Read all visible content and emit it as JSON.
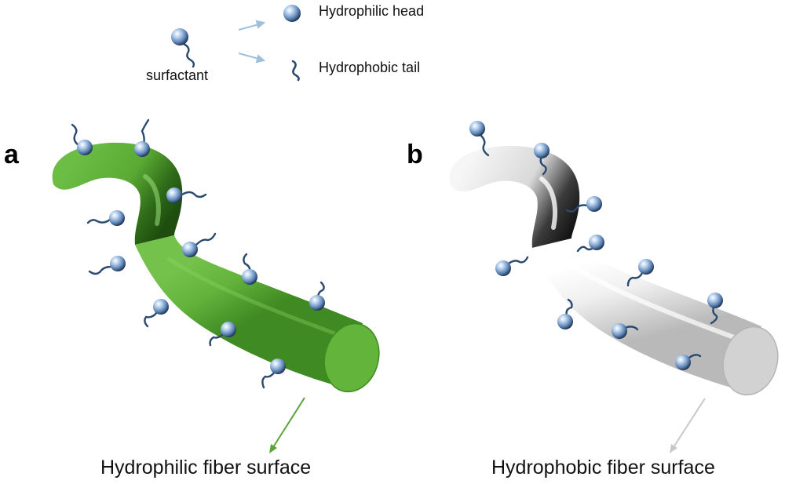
{
  "legend": {
    "surfactant_label": "surfactant",
    "head_label": "Hydrophilic head",
    "tail_label": "Hydrophobic tail"
  },
  "panels": [
    {
      "letter": "a",
      "caption": "Hydrophilic fiber surface",
      "fiber_color": "#5cab38",
      "arrow_color": "#5aa43a"
    },
    {
      "letter": "b",
      "caption": "Hydrophobic fiber surface",
      "fiber_color": "#dcdcdc",
      "arrow_color": "#c8c8c8"
    }
  ],
  "colors": {
    "head": "#7fa8d8",
    "tail": "#2b4a6e",
    "legend_arrow": "#9fc0dd"
  },
  "icons": [
    "surfactant-icon",
    "hydrophilic-head-icon",
    "hydrophobic-tail-icon",
    "arrow-icon"
  ]
}
